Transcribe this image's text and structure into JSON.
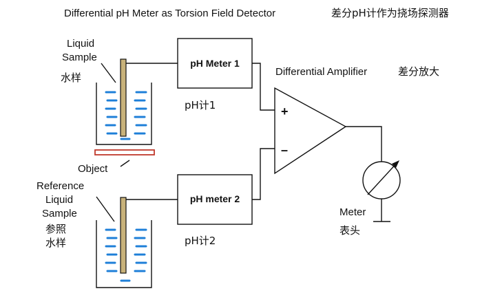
{
  "title": {
    "en": "Differential pH Meter as Torsion Field Detector",
    "cn": "差分pH计作为挠场探测器"
  },
  "sample": {
    "label_line1": "Liquid",
    "label_line2": "Sample",
    "label_cn": "水样"
  },
  "object": {
    "label": "Object"
  },
  "reference": {
    "label_line1": "Reference",
    "label_line2": "Liquid",
    "label_line3": "Sample",
    "label_cn_line1": "参照",
    "label_cn_line2": "水样"
  },
  "ph_meter_1": {
    "label": "pH Meter 1",
    "label_cn": "pH计1"
  },
  "ph_meter_2": {
    "label": "pH meter 2",
    "label_cn": "pH计2"
  },
  "amplifier": {
    "label": "Differential Amplifier",
    "label_cn": "差分放大",
    "plus": "+",
    "minus": "–"
  },
  "meter": {
    "label": "Meter",
    "label_cn": "表头"
  },
  "colors": {
    "liquid": "#1e7fd8",
    "object_outline": "#c0392b",
    "electrode": "#c8b27a"
  }
}
